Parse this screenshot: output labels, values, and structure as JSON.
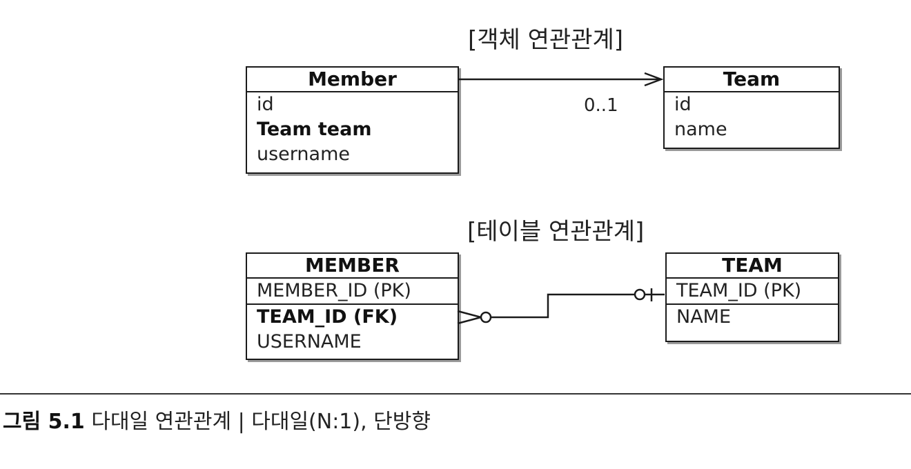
{
  "object_relation": {
    "title": "[객체 연관관계]",
    "member": {
      "name": "Member",
      "fields": [
        "id",
        "Team team",
        "username"
      ]
    },
    "team": {
      "name": "Team",
      "fields": [
        "id",
        "name"
      ]
    },
    "multiplicity": "0..1"
  },
  "table_relation": {
    "title": "[테이블 연관관계]",
    "member": {
      "name": "MEMBER",
      "fields": [
        "MEMBER_ID (PK)",
        "TEAM_ID (FK)",
        "USERNAME"
      ]
    },
    "team": {
      "name": "TEAM",
      "fields": [
        "TEAM_ID (PK)",
        "NAME"
      ]
    }
  },
  "caption": {
    "number": "그림 5.1",
    "text": "다대일 연관관계 | 다대일(N:1), 단방향"
  }
}
